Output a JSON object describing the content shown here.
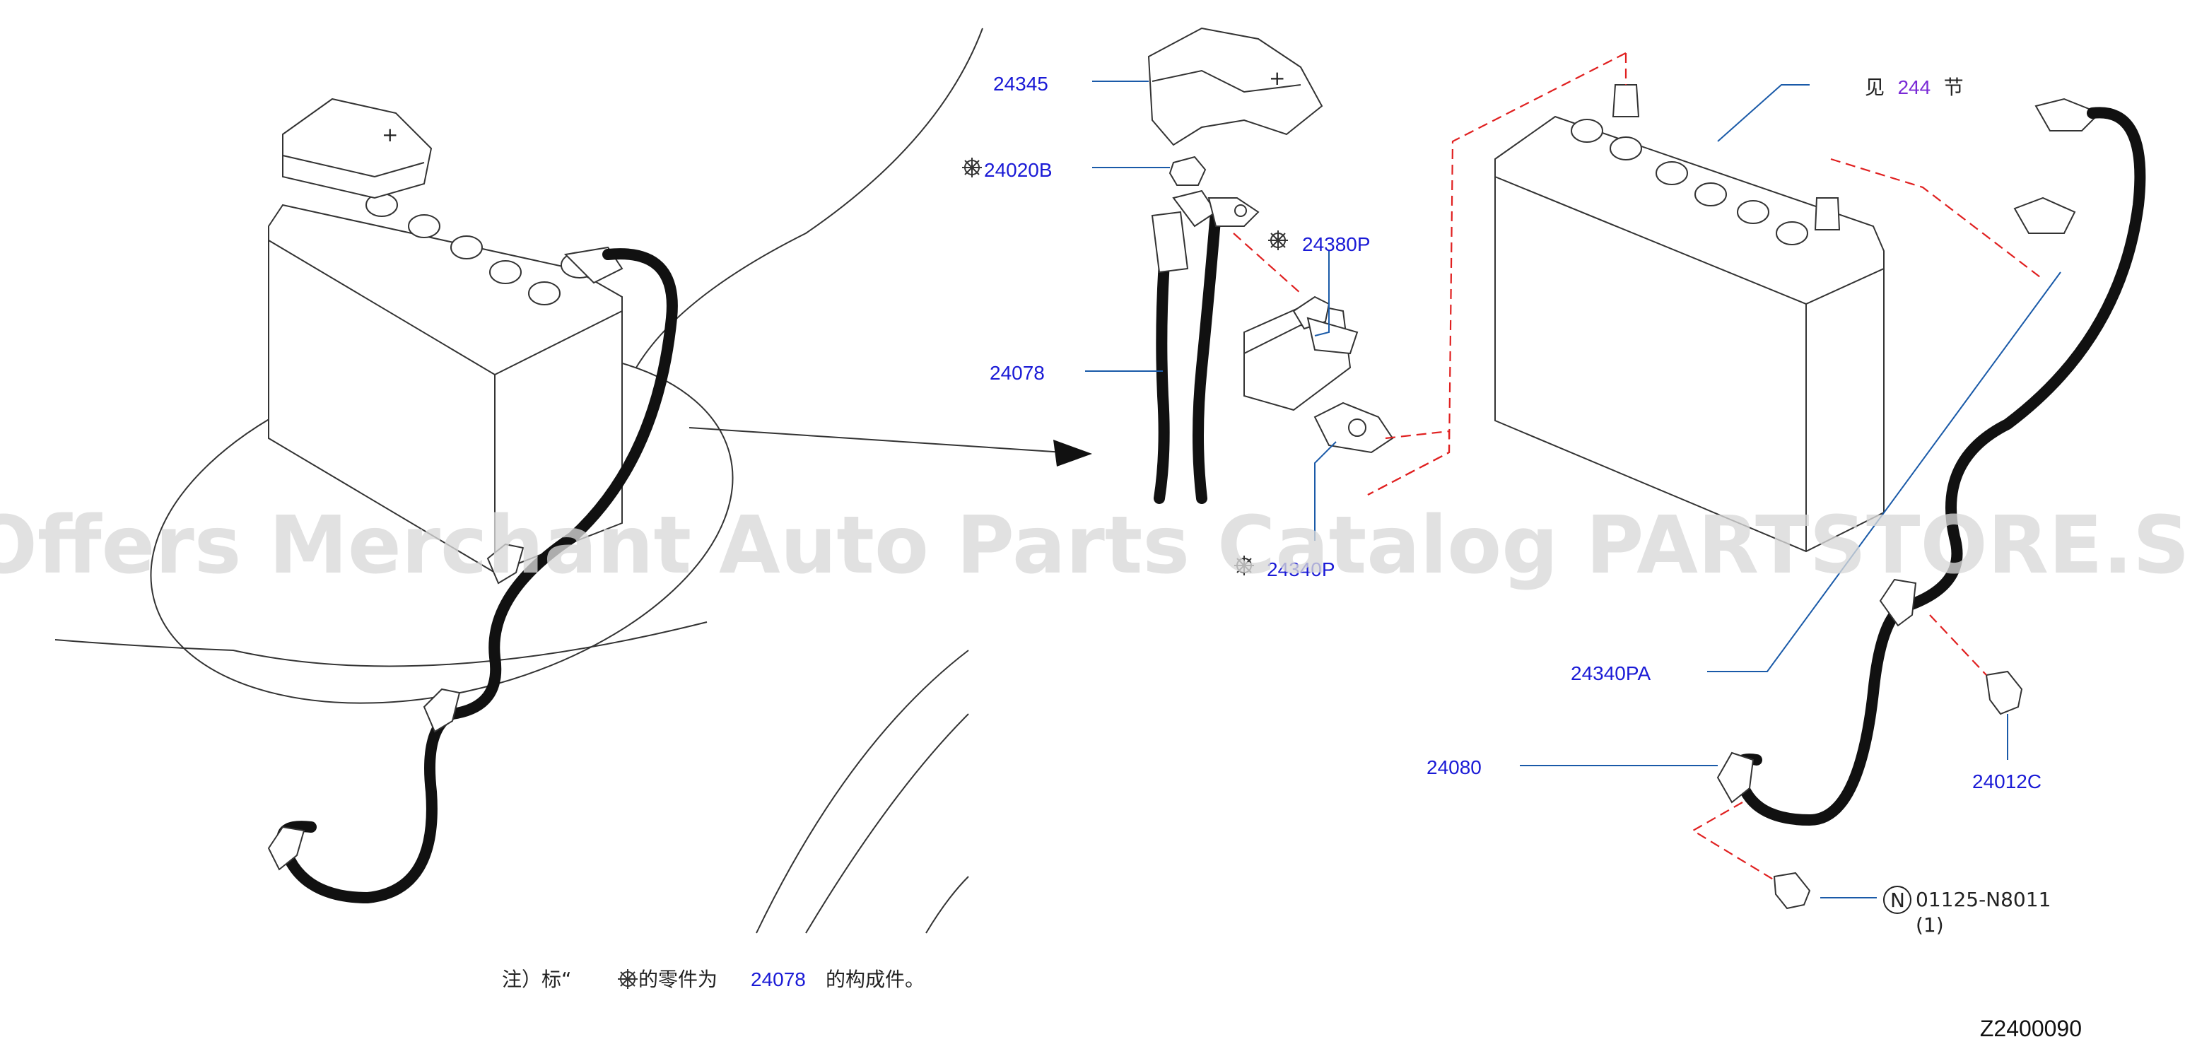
{
  "labels": {
    "p24345": "24345",
    "p24020B": "24020B",
    "p24380P": "24380P",
    "p24078": "24078",
    "p24340P": "24340P",
    "p24340PA": "24340PA",
    "p24080": "24080",
    "p24012C": "24012C",
    "p01125": "01125-N8011",
    "p01125_qty": "(1)",
    "n_marker": "N"
  },
  "reference": {
    "prefix": "见",
    "section": "244",
    "suffix": "节"
  },
  "note": {
    "prefix": "注）标“",
    "suffix": "的零件为",
    "part": "24078",
    "tail": "的构成件。"
  },
  "symbol_icon": "gear-asterisk-icon",
  "watermark": "Offers Merchant Auto Parts Catalog PARTSTORE.SA",
  "diagram_code": "Z2400090",
  "colors": {
    "label": "#1a1ad6",
    "reference": "#7a2ad6",
    "dash": "#e02020"
  }
}
